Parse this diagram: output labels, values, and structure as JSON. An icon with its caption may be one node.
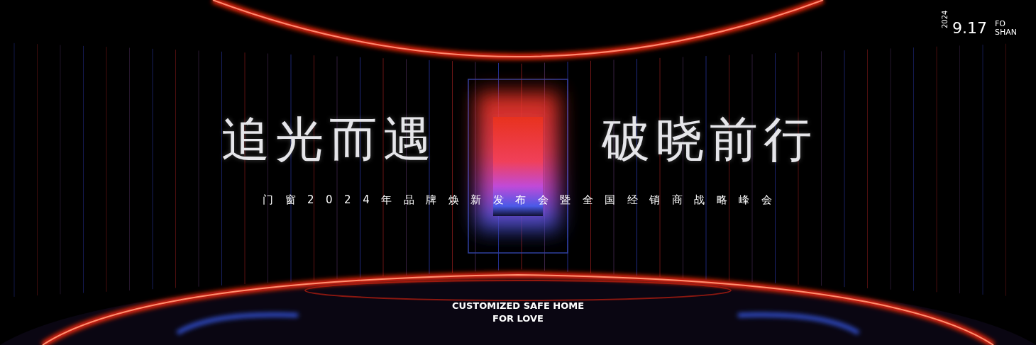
{
  "diagram": {
    "labels": [
      "2024",
      "9.17",
      "FO SHAN",
      "追光而遇",
      "破晓前行",
      "门窗2024年品牌焕新发布会暨全国经销商战略峰会",
      "CUSTOMIZED SAFE HOME FOR LOVE"
    ]
  }
}
